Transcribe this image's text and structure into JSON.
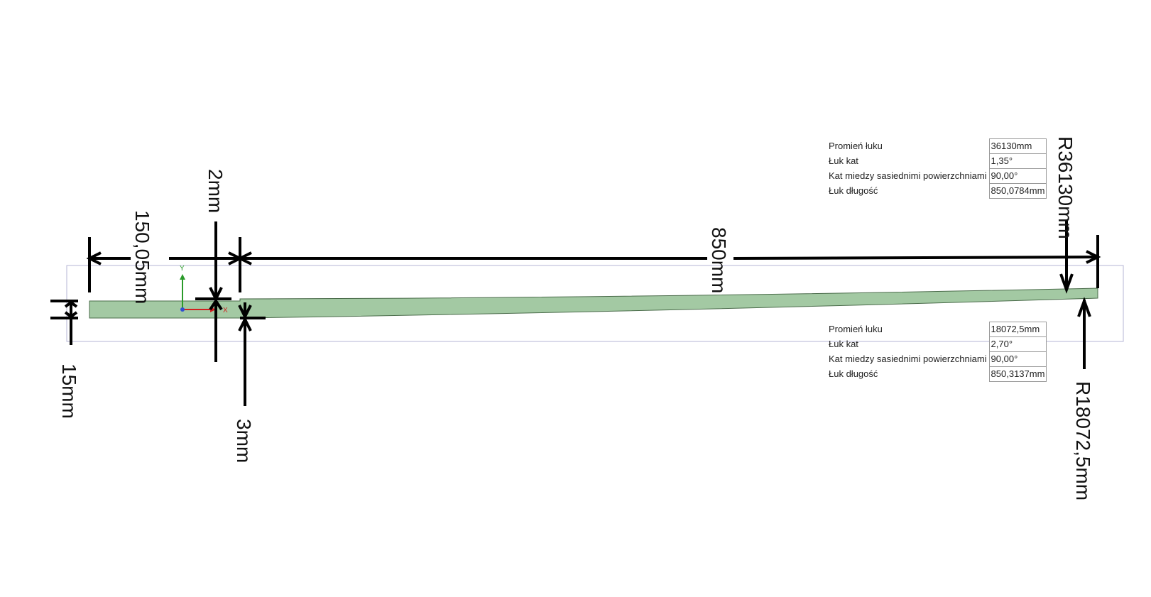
{
  "dimensions": {
    "offset": "150,05mm",
    "step_top": "2mm",
    "length": "850mm",
    "thickness": "15mm",
    "step_bottom": "3mm",
    "radius_top": "R36130mm",
    "radius_bottom": "R18072,5mm"
  },
  "axes": {
    "x": "X",
    "y": "Y"
  },
  "arc_top": {
    "rows": [
      {
        "label": "Promień łuku",
        "value": "36130mm"
      },
      {
        "label": "Łuk kat",
        "value": "1,35°"
      },
      {
        "label": "Kat miedzy sasiednimi powierzchniami",
        "value": "90,00°"
      },
      {
        "label": "Łuk długość",
        "value": "850,0784mm"
      }
    ]
  },
  "arc_bottom": {
    "rows": [
      {
        "label": "Promień łuku",
        "value": "18072,5mm"
      },
      {
        "label": "Łuk kat",
        "value": "2,70°"
      },
      {
        "label": "Kat miedzy sasiednimi powierzchniami",
        "value": "90,00°"
      },
      {
        "label": "Łuk długość",
        "value": "850,3137mm"
      }
    ]
  },
  "colors": {
    "part_fill": "#a3c9a3",
    "part_stroke": "#4a6b4a",
    "frame": "#b5b5d5",
    "dim_line": "#000000",
    "axis_x": "#d22020",
    "axis_y": "#2a9a2a",
    "origin": "#3050d0"
  }
}
